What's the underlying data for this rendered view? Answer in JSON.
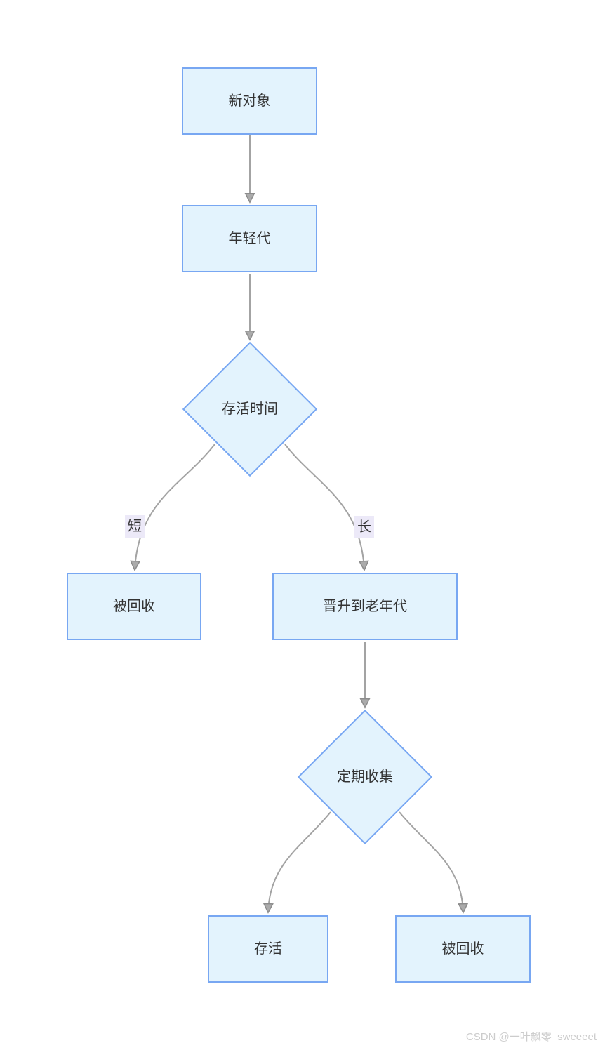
{
  "diagram": {
    "nodes": [
      {
        "id": "new-object",
        "shape": "rect",
        "label": "新对象"
      },
      {
        "id": "young-generation",
        "shape": "rect",
        "label": "年轻代"
      },
      {
        "id": "survival-time",
        "shape": "diamond",
        "label": "存活时间"
      },
      {
        "id": "collected-short",
        "shape": "rect",
        "label": "被回收"
      },
      {
        "id": "promote-old-gen",
        "shape": "rect",
        "label": "晋升到老年代"
      },
      {
        "id": "periodic-collection",
        "shape": "diamond",
        "label": "定期收集"
      },
      {
        "id": "survive",
        "shape": "rect",
        "label": "存活"
      },
      {
        "id": "collected-long",
        "shape": "rect",
        "label": "被回收"
      }
    ],
    "edge_labels": [
      {
        "id": "short",
        "label": "短"
      },
      {
        "id": "long",
        "label": "长"
      }
    ],
    "edges": [
      {
        "from": "new-object",
        "to": "young-generation"
      },
      {
        "from": "young-generation",
        "to": "survival-time"
      },
      {
        "from": "survival-time",
        "to": "collected-short",
        "label": "短"
      },
      {
        "from": "survival-time",
        "to": "promote-old-gen",
        "label": "长"
      },
      {
        "from": "promote-old-gen",
        "to": "periodic-collection"
      },
      {
        "from": "periodic-collection",
        "to": "survive"
      },
      {
        "from": "periodic-collection",
        "to": "collected-long"
      }
    ]
  },
  "watermark": {
    "text": "CSDN @一叶飘零_sweeeet"
  },
  "theme": {
    "background": "#ffffff",
    "node_fill": "#e3f3fd",
    "node_border": "#78a7f2",
    "node_text": "#333333",
    "edge_color": "#a3a3a3",
    "arrowhead_fill": "#ababab",
    "arrowhead_stroke": "#8c8c8c",
    "edge_label_bg": "#ece9f8",
    "edge_label_text": "#333333",
    "watermark_color": "#cccccc"
  }
}
